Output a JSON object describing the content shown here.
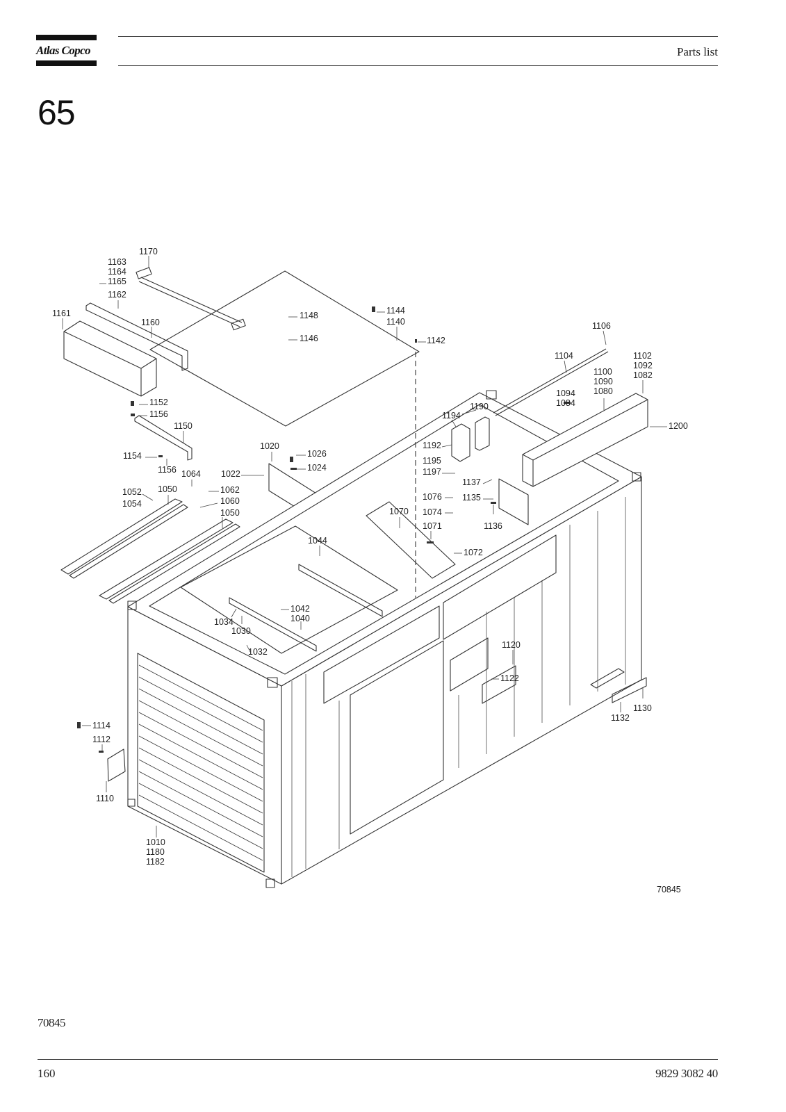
{
  "header": {
    "brand": "Atlas Copco",
    "title": "Parts list"
  },
  "section_number": "65",
  "drawing": {
    "drawing_number": "70845",
    "labels": [
      {
        "id": "l1170",
        "text": "1170"
      },
      {
        "id": "l1163",
        "text": "1163"
      },
      {
        "id": "l1164",
        "text": "1164"
      },
      {
        "id": "l1165",
        "text": "1165"
      },
      {
        "id": "l1162",
        "text": "1162"
      },
      {
        "id": "l1161",
        "text": "1161"
      },
      {
        "id": "l1160",
        "text": "1160"
      },
      {
        "id": "l1148",
        "text": "1148"
      },
      {
        "id": "l1146",
        "text": "1146"
      },
      {
        "id": "l1144",
        "text": "1144"
      },
      {
        "id": "l1140",
        "text": "1140"
      },
      {
        "id": "l1142",
        "text": "1142"
      },
      {
        "id": "l1106",
        "text": "1106"
      },
      {
        "id": "l1104",
        "text": "1104"
      },
      {
        "id": "l1102",
        "text": "1102"
      },
      {
        "id": "l1092",
        "text": "1092"
      },
      {
        "id": "l1082",
        "text": "1082"
      },
      {
        "id": "l1100",
        "text": "1100"
      },
      {
        "id": "l1090",
        "text": "1090"
      },
      {
        "id": "l1080",
        "text": "1080"
      },
      {
        "id": "l1094",
        "text": "1094"
      },
      {
        "id": "l1084",
        "text": "1084"
      },
      {
        "id": "l1200",
        "text": "1200"
      },
      {
        "id": "l1190",
        "text": "1190"
      },
      {
        "id": "l1194",
        "text": "1194"
      },
      {
        "id": "l1192",
        "text": "1192"
      },
      {
        "id": "l1195",
        "text": "1195"
      },
      {
        "id": "l1197",
        "text": "1197"
      },
      {
        "id": "l1137",
        "text": "1137"
      },
      {
        "id": "l1135",
        "text": "1135"
      },
      {
        "id": "l1136",
        "text": "1136"
      },
      {
        "id": "l1152",
        "text": "1152"
      },
      {
        "id": "l1156a",
        "text": "1156"
      },
      {
        "id": "l1150",
        "text": "1150"
      },
      {
        "id": "l1154",
        "text": "1154"
      },
      {
        "id": "l1156b",
        "text": "1156"
      },
      {
        "id": "l1064",
        "text": "1064"
      },
      {
        "id": "l1020",
        "text": "1020"
      },
      {
        "id": "l1026",
        "text": "1026"
      },
      {
        "id": "l1024",
        "text": "1024"
      },
      {
        "id": "l1022",
        "text": "1022"
      },
      {
        "id": "l1062",
        "text": "1062"
      },
      {
        "id": "l1060",
        "text": "1060"
      },
      {
        "id": "l1050a",
        "text": "1050"
      },
      {
        "id": "l1052",
        "text": "1052"
      },
      {
        "id": "l1054",
        "text": "1054"
      },
      {
        "id": "l1050b",
        "text": "1050"
      },
      {
        "id": "l1076",
        "text": "1076"
      },
      {
        "id": "l1074",
        "text": "1074"
      },
      {
        "id": "l1070",
        "text": "1070"
      },
      {
        "id": "l1071",
        "text": "1071"
      },
      {
        "id": "l1072",
        "text": "1072"
      },
      {
        "id": "l1044",
        "text": "1044"
      },
      {
        "id": "l1042",
        "text": "1042"
      },
      {
        "id": "l1040",
        "text": "1040"
      },
      {
        "id": "l1034",
        "text": "1034"
      },
      {
        "id": "l1030",
        "text": "1030"
      },
      {
        "id": "l1032",
        "text": "1032"
      },
      {
        "id": "l1120",
        "text": "1120"
      },
      {
        "id": "l1122",
        "text": "1122"
      },
      {
        "id": "l1130",
        "text": "1130"
      },
      {
        "id": "l1132",
        "text": "1132"
      },
      {
        "id": "l1114",
        "text": "1114"
      },
      {
        "id": "l1112",
        "text": "1112"
      },
      {
        "id": "l1110",
        "text": "1110"
      },
      {
        "id": "l1010",
        "text": "1010"
      },
      {
        "id": "l1180",
        "text": "1180"
      },
      {
        "id": "l1182",
        "text": "1182"
      }
    ]
  },
  "figure_reference": "70845",
  "footer": {
    "page_number": "160",
    "document_number": "9829 3082 40"
  }
}
